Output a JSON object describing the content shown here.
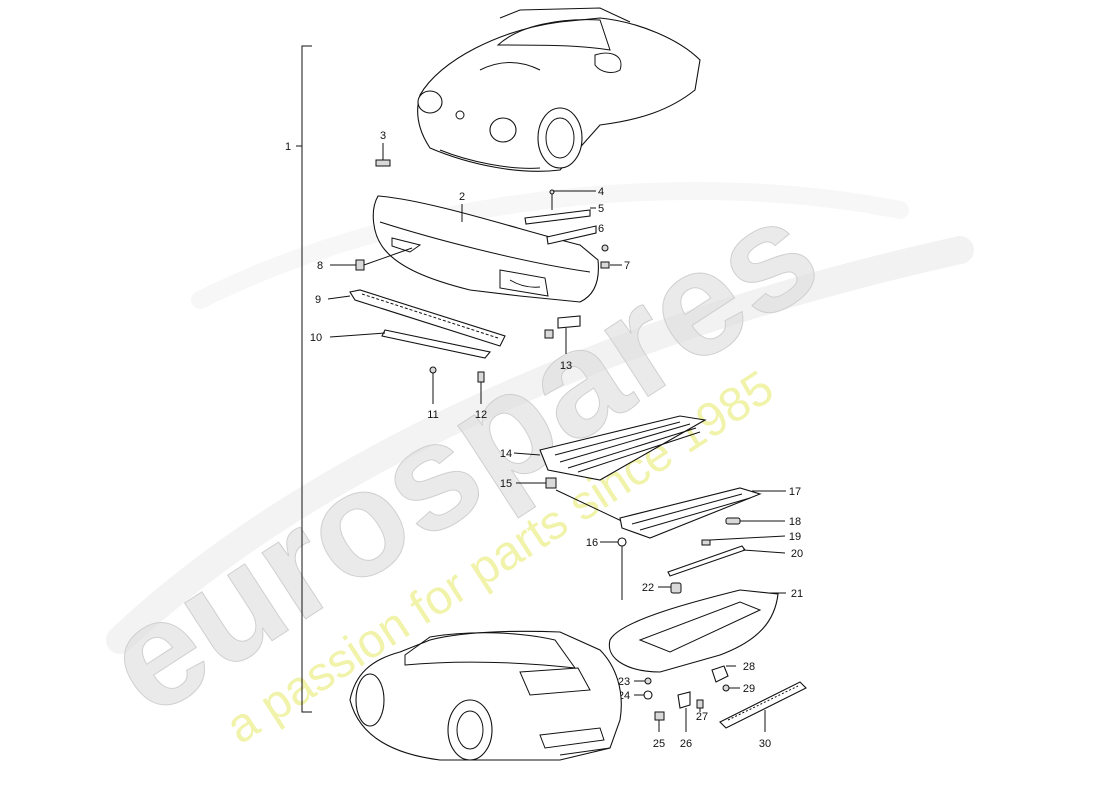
{
  "watermark": {
    "brand": "eurospares",
    "tagline": "a passion for parts since 1985",
    "brand_color": "#d8d8d8",
    "tagline_color": "#eef2a8"
  },
  "diagram": {
    "group_label": "1",
    "callouts": [
      "2",
      "3",
      "4",
      "5",
      "6",
      "7",
      "8",
      "9",
      "10",
      "11",
      "12",
      "13",
      "14",
      "15",
      "16",
      "17",
      "18",
      "19",
      "20",
      "21",
      "22",
      "23",
      "24",
      "25",
      "26",
      "27",
      "28",
      "29",
      "30"
    ]
  }
}
